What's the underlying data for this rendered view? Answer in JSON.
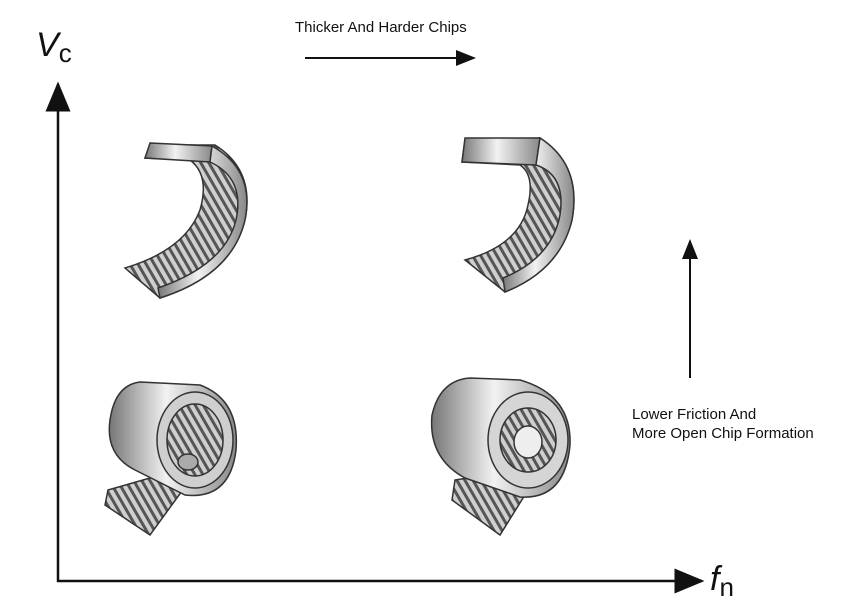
{
  "axes": {
    "y_label": "V",
    "y_sub": "c",
    "x_label": "f",
    "x_sub": "n"
  },
  "annotations": {
    "top": "Thicker And Harder Chips",
    "right_line1": "Lower Friction And",
    "right_line2": "More Open Chip Formation"
  },
  "colors": {
    "ink": "#111111",
    "chip_light": "#e6e6e6",
    "chip_dark": "#555555"
  }
}
